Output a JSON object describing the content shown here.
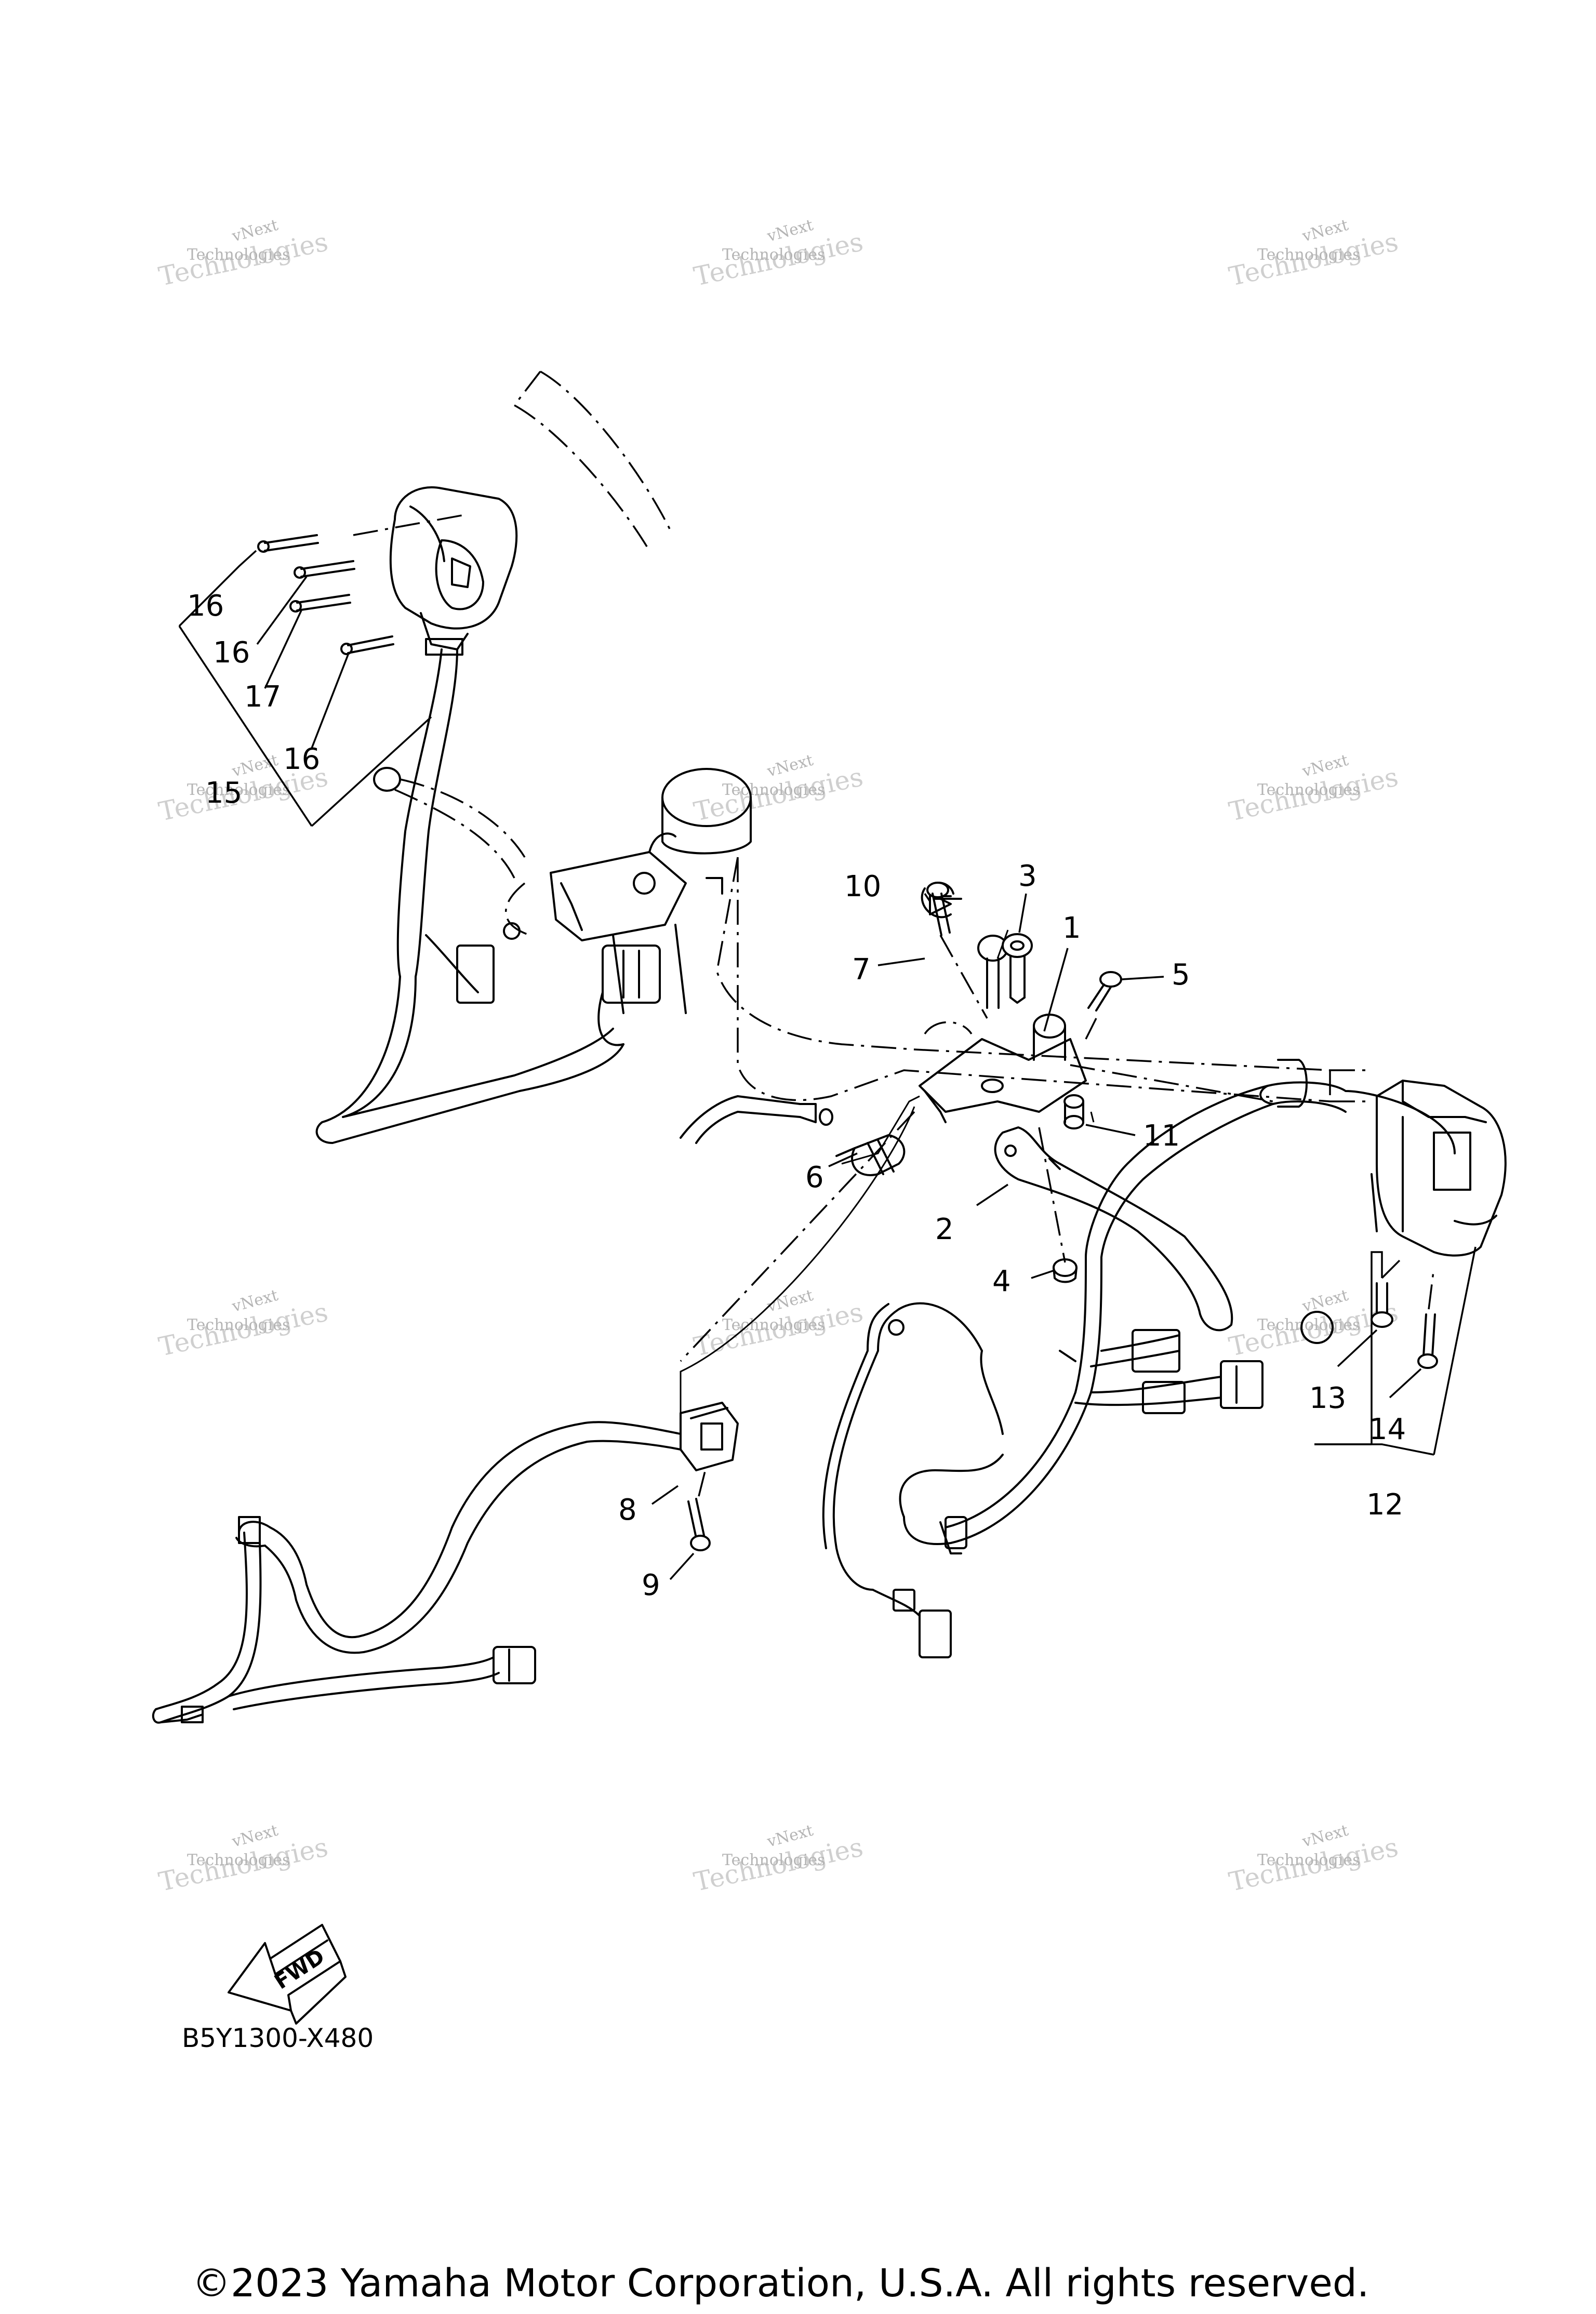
{
  "diagram": {
    "callouts": [
      {
        "id": "c1",
        "label": "1"
      },
      {
        "id": "c2",
        "label": "2"
      },
      {
        "id": "c3",
        "label": "3"
      },
      {
        "id": "c4",
        "label": "4"
      },
      {
        "id": "c5",
        "label": "5"
      },
      {
        "id": "c6",
        "label": "6"
      },
      {
        "id": "c7",
        "label": "7"
      },
      {
        "id": "c8",
        "label": "8"
      },
      {
        "id": "c9",
        "label": "9"
      },
      {
        "id": "c10",
        "label": "10"
      },
      {
        "id": "c11",
        "label": "11"
      },
      {
        "id": "c12",
        "label": "12"
      },
      {
        "id": "c13",
        "label": "13"
      },
      {
        "id": "c14",
        "label": "14"
      },
      {
        "id": "c15",
        "label": "15"
      },
      {
        "id": "c16a",
        "label": "16"
      },
      {
        "id": "c16b",
        "label": "16"
      },
      {
        "id": "c16c",
        "label": "16"
      },
      {
        "id": "c17",
        "label": "17"
      }
    ],
    "watermark": {
      "line1": "vNext",
      "line2": "Technologies",
      "big": "Technologies"
    },
    "fwd_label": "FWD",
    "drawing_code": "B5Y1300-X480",
    "copyright": "©2023 Yamaha Motor Corporation, U.S.A. All rights reserved."
  }
}
